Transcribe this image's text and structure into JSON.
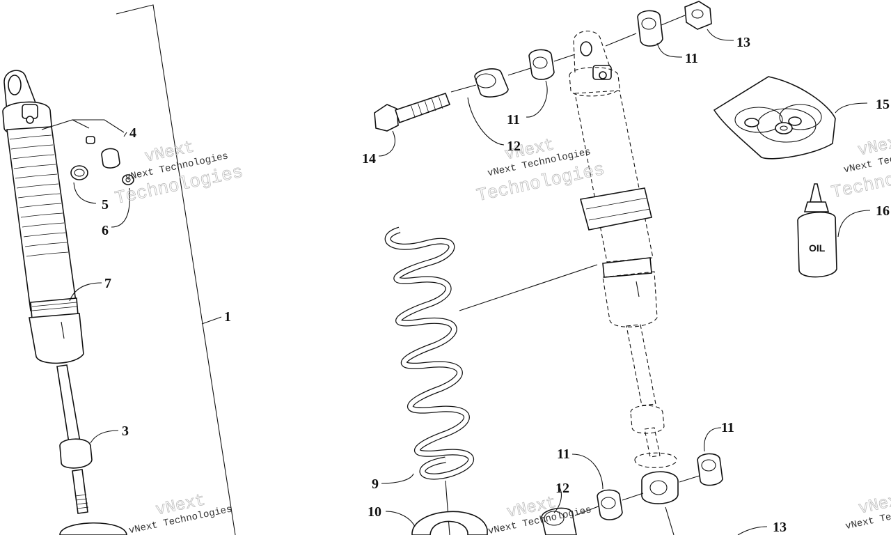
{
  "diagram": {
    "callouts": [
      {
        "id": "c1",
        "label": "1"
      },
      {
        "id": "c3",
        "label": "3"
      },
      {
        "id": "c4",
        "label": "4"
      },
      {
        "id": "c5",
        "label": "5"
      },
      {
        "id": "c6",
        "label": "6"
      },
      {
        "id": "c7",
        "label": "7"
      },
      {
        "id": "c9",
        "label": "9"
      },
      {
        "id": "c10",
        "label": "10"
      },
      {
        "id": "c11a",
        "label": "11"
      },
      {
        "id": "c11b",
        "label": "11"
      },
      {
        "id": "c11c",
        "label": "11"
      },
      {
        "id": "c11d",
        "label": "11"
      },
      {
        "id": "c12a",
        "label": "12"
      },
      {
        "id": "c12b",
        "label": "12"
      },
      {
        "id": "c13a",
        "label": "13"
      },
      {
        "id": "c13b",
        "label": "13"
      },
      {
        "id": "c14",
        "label": "14"
      },
      {
        "id": "c15",
        "label": "15"
      },
      {
        "id": "c16",
        "label": "16"
      }
    ],
    "oil_label": "OIL",
    "watermark": {
      "brand": "vNext",
      "company": "vNext Technologies",
      "tech": "Technologies"
    }
  }
}
